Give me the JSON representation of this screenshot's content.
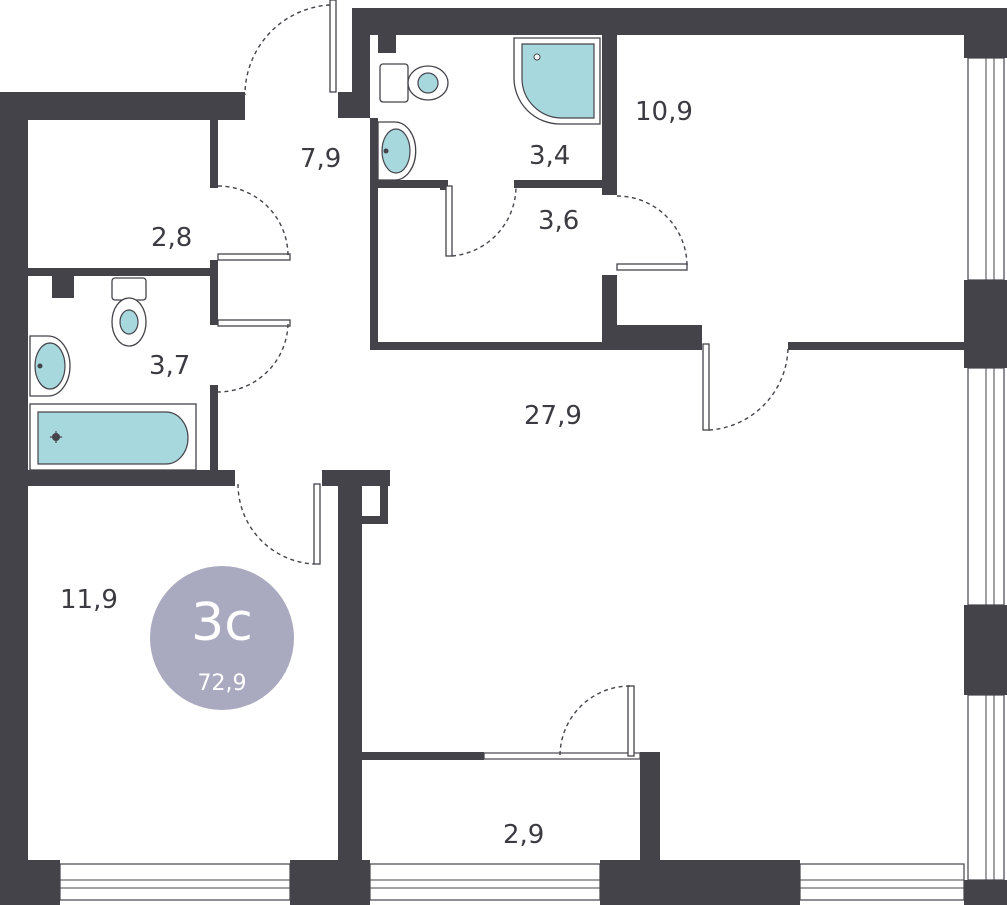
{
  "apartment": {
    "type_label": "3с",
    "total_area": "72,9",
    "badge_color": "#a9a9c0",
    "wall_color": "#45434a",
    "fixture_water_color": "#a7d8dd"
  },
  "rooms": {
    "hall": "7,9",
    "wardrobe": "2,8",
    "bathroom": "3,7",
    "shower_room": "3,4",
    "storage": "3,6",
    "bedroom_1": "10,9",
    "living_kitchen": "27,9",
    "bedroom_2": "11,9",
    "balcony_room": "2,9"
  }
}
